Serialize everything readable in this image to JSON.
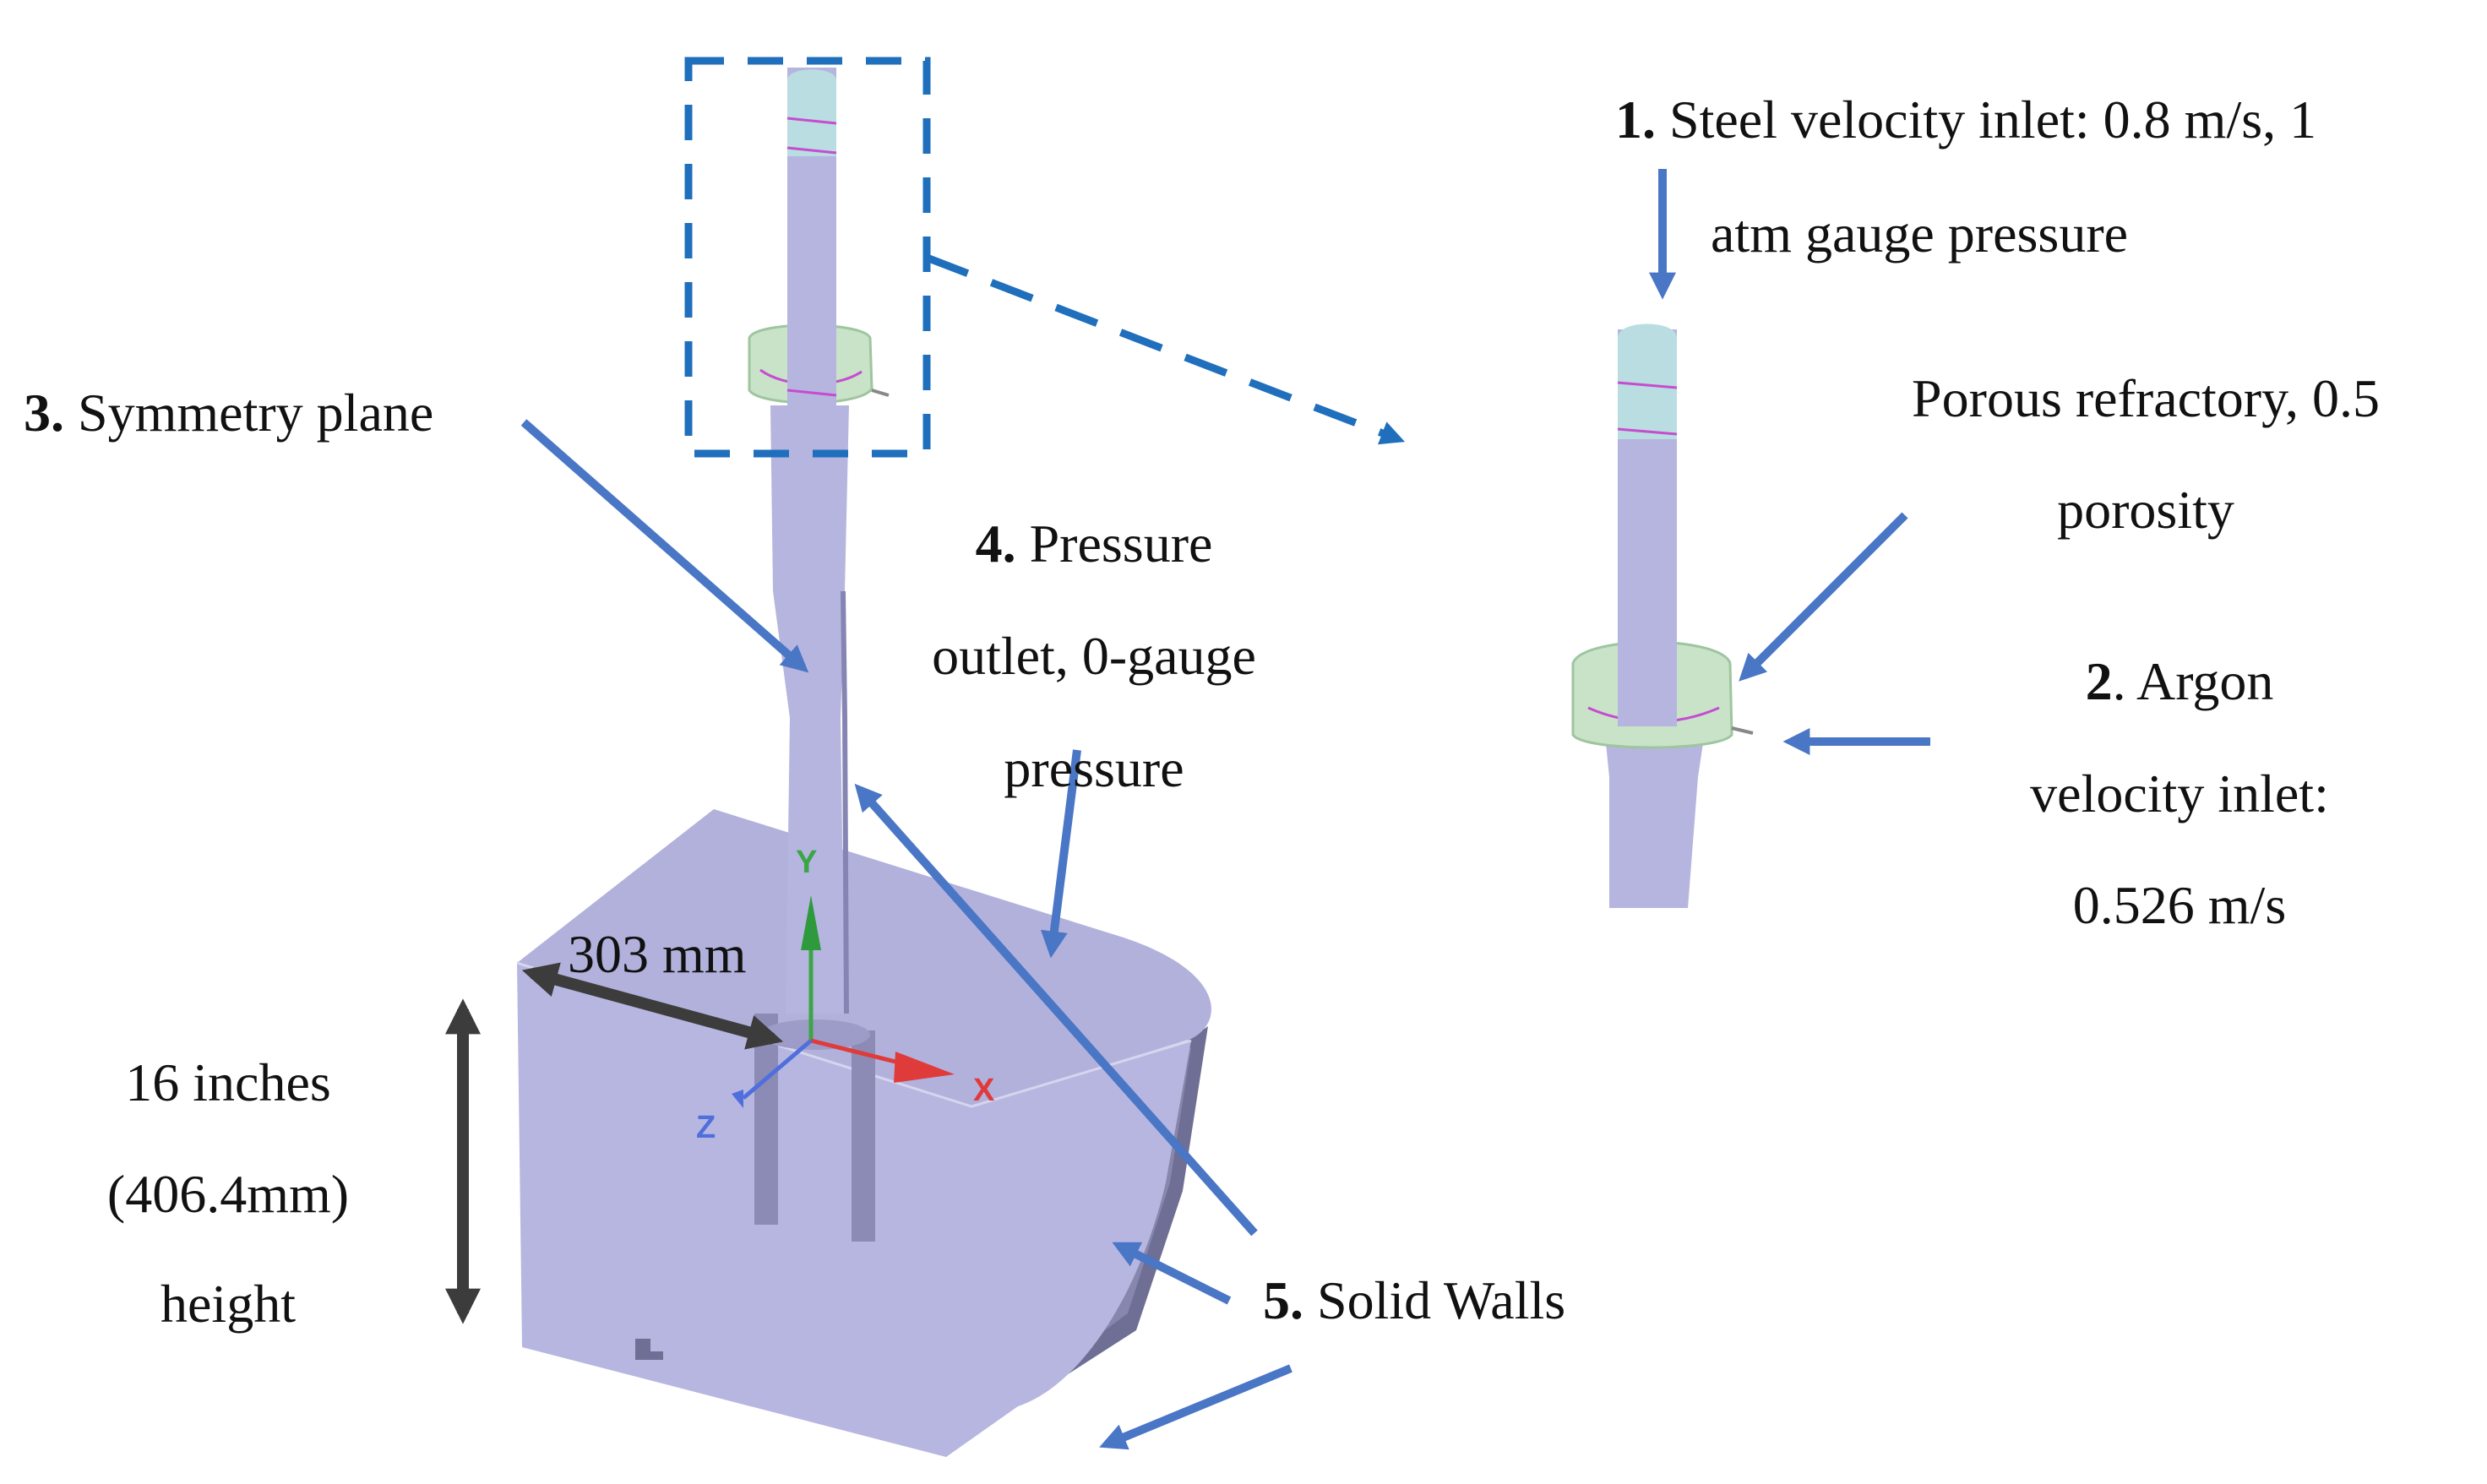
{
  "colors": {
    "body": "#b5b5df",
    "body_dark": "#6f6e94",
    "body_mid": "#9090bd",
    "inlet_top": "#b9dde0",
    "porous": "#c9e3c9",
    "arrow": "#4a76c6",
    "dim_arrow": "#3c3c3c",
    "dashed_box": "#1f6fbd",
    "axis_x": "#e03b3b",
    "axis_y": "#3aa646",
    "axis_z": "#4f6fdc",
    "interface": "#c64cd0"
  },
  "labels": {
    "steel_num": "1.",
    "steel_line1": "Steel velocity inlet: 0.8 m/s, 1",
    "steel_line2": "atm gauge pressure",
    "porous_line1": "Porous refractory, 0.5",
    "porous_line2": "porosity",
    "argon_num": "2",
    "argon_line1": ". Argon",
    "argon_line2": "velocity inlet:",
    "argon_line3": "0.526 m/s",
    "symmetry_num": "3.",
    "symmetry_text": "Symmetry plane",
    "pressure_num": "4.",
    "pressure_line1": "Pressure",
    "pressure_line2": "outlet, 0-gauge",
    "pressure_line3": "pressure",
    "walls_num": "5.",
    "walls_text": "Solid Walls",
    "width_dim": "303 mm",
    "height_line1": "16 inches",
    "height_line2": "(406.4mm)",
    "height_line3": "height"
  },
  "axes": {
    "x": "X",
    "y": "Y",
    "z": "Z"
  },
  "icons": [
    "dimension-arrow",
    "callout-arrow",
    "coordinate-triad"
  ]
}
